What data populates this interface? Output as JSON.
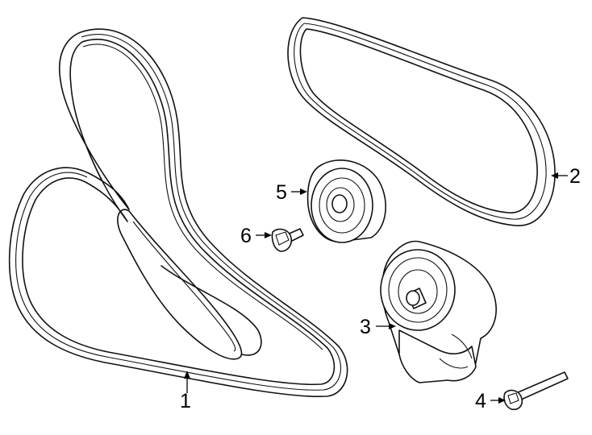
{
  "callouts": [
    {
      "id": "1",
      "label": "1"
    },
    {
      "id": "2",
      "label": "2"
    },
    {
      "id": "3",
      "label": "3"
    },
    {
      "id": "4",
      "label": "4"
    },
    {
      "id": "5",
      "label": "5"
    },
    {
      "id": "6",
      "label": "6"
    }
  ],
  "parts": [
    {
      "callout": "1",
      "kind": "serpentine-belt-large"
    },
    {
      "callout": "2",
      "kind": "belt-small"
    },
    {
      "callout": "3",
      "kind": "tensioner-assembly"
    },
    {
      "callout": "4",
      "kind": "bolt-long"
    },
    {
      "callout": "5",
      "kind": "idler-pulley"
    },
    {
      "callout": "6",
      "kind": "bolt-short"
    }
  ]
}
